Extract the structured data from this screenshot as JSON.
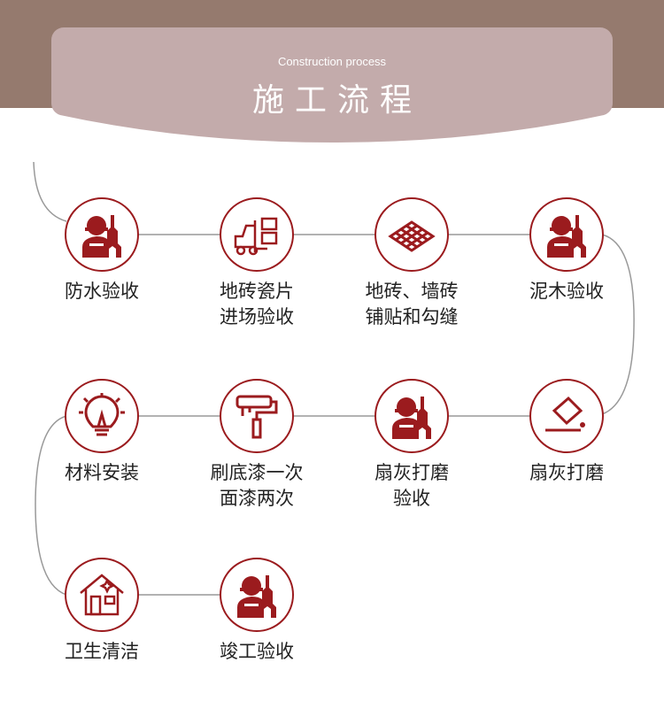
{
  "header": {
    "subtitle": "Construction process",
    "title": "施工流程"
  },
  "accent": "#9b1b1e",
  "steps": [
    {
      "icon": "worker-wrench-icon",
      "lines": [
        "防水验收"
      ]
    },
    {
      "icon": "forklift-icon",
      "lines": [
        "地砖瓷片",
        "进场验收"
      ]
    },
    {
      "icon": "tile-grid-icon",
      "lines": [
        "地砖、墙砖",
        "铺贴和勾缝"
      ]
    },
    {
      "icon": "worker-wrench-icon",
      "lines": [
        "泥木验收"
      ]
    },
    {
      "icon": "paint-bucket-icon",
      "lines": [
        "扇灰打磨"
      ]
    },
    {
      "icon": "worker-wrench-icon",
      "lines": [
        "扇灰打磨",
        "验收"
      ]
    },
    {
      "icon": "paint-roller-icon",
      "lines": [
        "刷底漆一次",
        "面漆两次"
      ]
    },
    {
      "icon": "light-bulb-icon",
      "lines": [
        "材料安装"
      ]
    },
    {
      "icon": "clean-house-icon",
      "lines": [
        "卫生清洁"
      ]
    },
    {
      "icon": "worker-wrench-icon",
      "lines": [
        "竣工验收"
      ]
    }
  ]
}
